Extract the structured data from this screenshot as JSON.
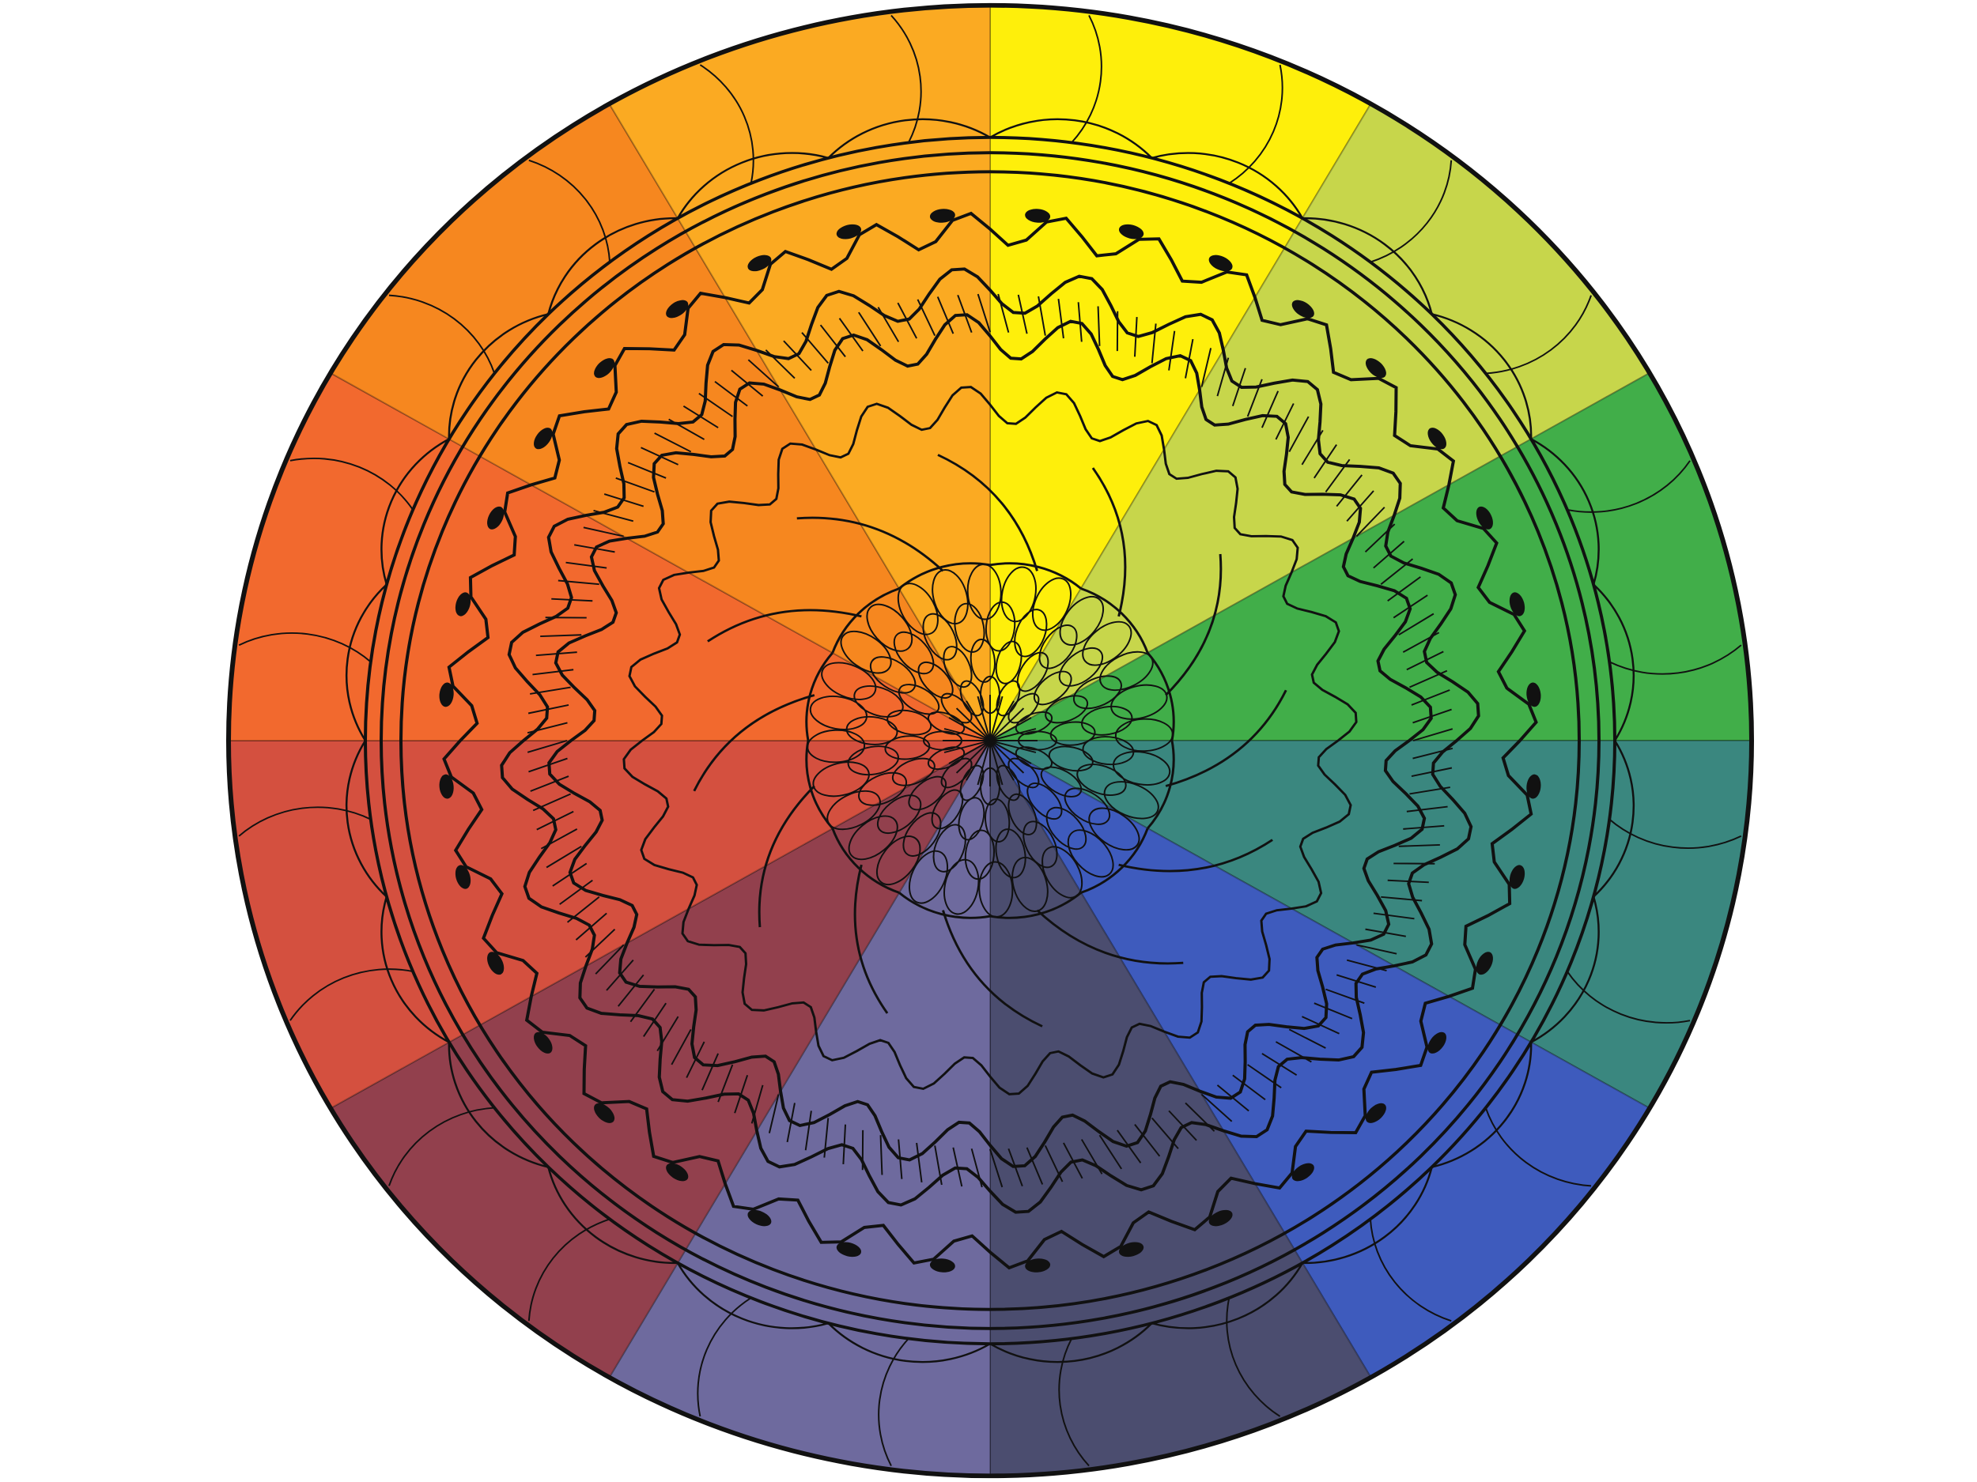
{
  "artwork": {
    "kind": "color-wheel-mandala",
    "segments": [
      {
        "name": "yellow",
        "color": "#FEEF0B"
      },
      {
        "name": "yellow-green",
        "color": "#C7D64B"
      },
      {
        "name": "green",
        "color": "#41AE49"
      },
      {
        "name": "blue-green",
        "color": "#3A877F"
      },
      {
        "name": "blue",
        "color": "#3E5BBD"
      },
      {
        "name": "blue-violet",
        "color": "#4B4D6F"
      },
      {
        "name": "violet",
        "color": "#6E6A9E"
      },
      {
        "name": "red-violet",
        "color": "#92404D"
      },
      {
        "name": "red",
        "color": "#D4503F"
      },
      {
        "name": "red-orange",
        "color": "#F2692E"
      },
      {
        "name": "orange",
        "color": "#F6871F"
      },
      {
        "name": "yellow-orange",
        "color": "#FBAA22"
      }
    ],
    "line_color": "#111111"
  }
}
